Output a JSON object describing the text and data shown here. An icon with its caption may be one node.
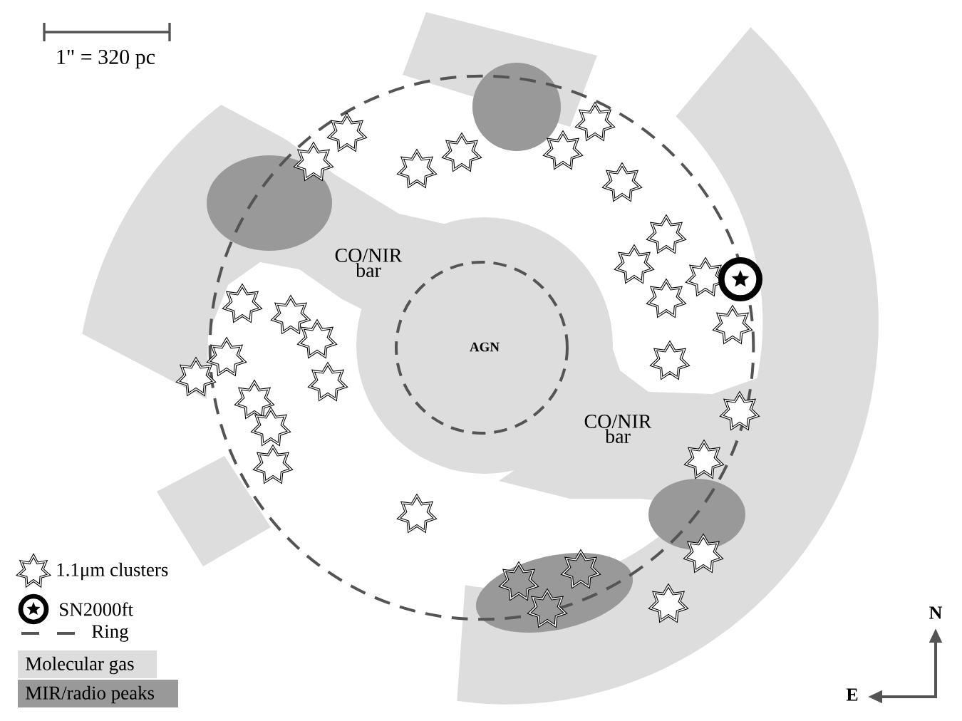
{
  "diagram": {
    "labels": [
      "1\" = 320 pc",
      "CO/NIR bar",
      "AGN",
      "CO/NIR bar",
      "N",
      "E"
    ],
    "legend": [
      {
        "text": "1.1μm clusters"
      },
      {
        "text": "SN2000ft"
      },
      {
        "text": "Ring"
      },
      {
        "text": "Molecular gas",
        "color": "#dddddd"
      },
      {
        "text": "MIR/radio peaks",
        "color": "#999999"
      }
    ]
  }
}
